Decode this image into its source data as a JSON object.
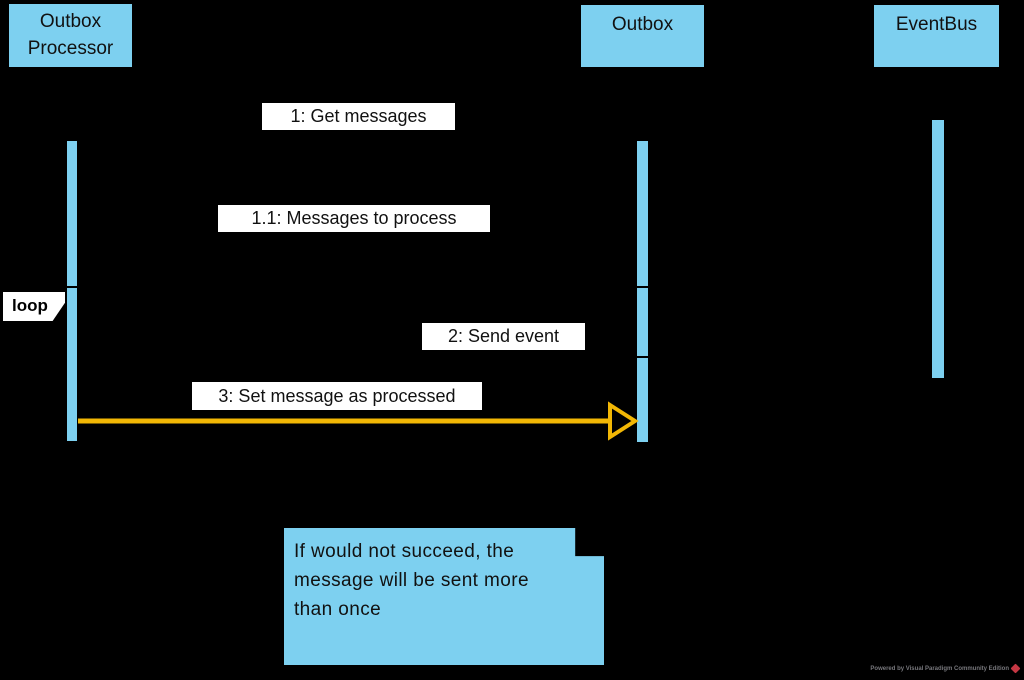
{
  "diagram_type": "uml-sequence-diagram",
  "colors": {
    "background": "#000000",
    "participant_fill": "#7DD0F0",
    "participant_border": "#000000",
    "activation_fill": "#7DD0F0",
    "label_background": "#FFFFFF",
    "text": "#111111",
    "message3_arrow": "#F2B705",
    "note_fill": "#7DD0F0",
    "watermark_text": "#77777C",
    "watermark_logo": "#C53743"
  },
  "participants": [
    {
      "name": "Outbox Processor"
    },
    {
      "name": "Outbox"
    },
    {
      "name": "EventBus"
    }
  ],
  "messages": [
    {
      "label": "1: Get messages"
    },
    {
      "label": "1.1: Messages to process"
    },
    {
      "label": "2: Send event"
    },
    {
      "label": "3: Set message as processed"
    }
  ],
  "fragment": {
    "label": "loop"
  },
  "note": {
    "lines": [
      "If would not succeed, the",
      "message will be sent more",
      "than once"
    ]
  },
  "watermark": {
    "text": "Powered by Visual Paradigm Community Edition",
    "logo_icon": "visual-paradigm-logo"
  }
}
